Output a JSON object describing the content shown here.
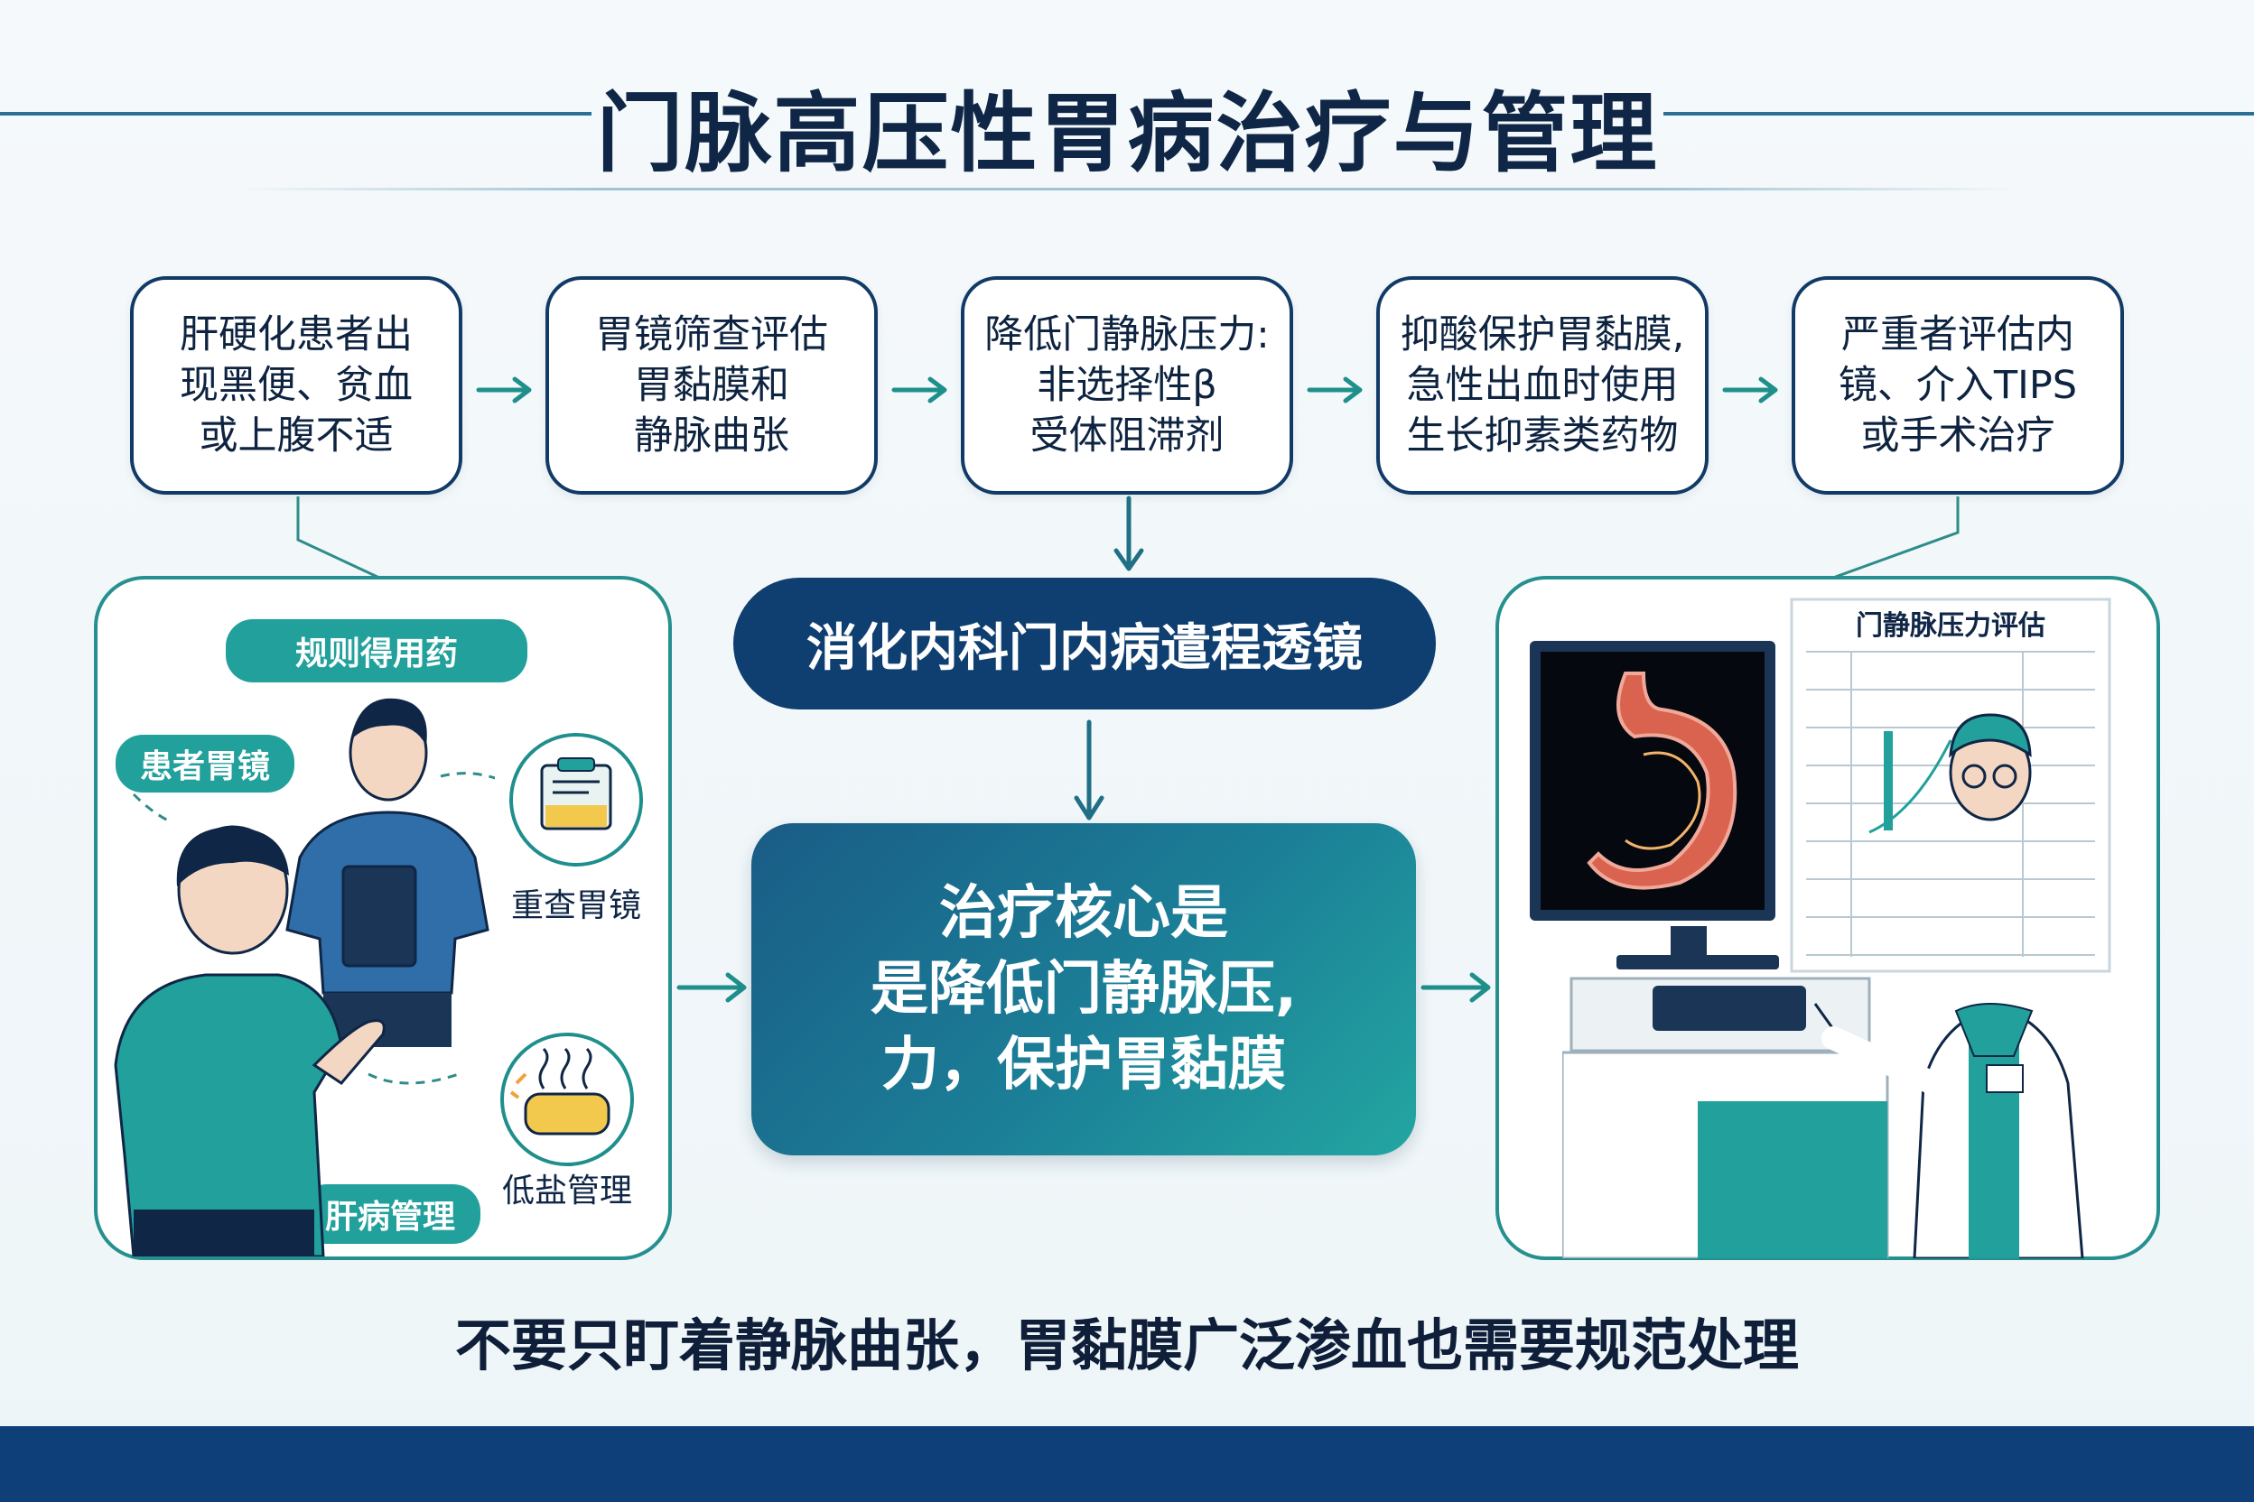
{
  "title": "门脉高压性胃病治疗与管理",
  "steps": [
    {
      "text": "肝硬化患者出\n现黑便、贫血\n或上腹不适"
    },
    {
      "text": "胃镜筛查评估\n胃黏膜和\n静脉曲张"
    },
    {
      "text": "降低门静脉压力:\n非选择性β\n受体阻滞剂"
    },
    {
      "text": "抑酸保护胃黏膜,\n急性出血时使用\n生长抑素类药物"
    },
    {
      "text": "严重者评估内\n镜、介入TIPS\n或手术治疗"
    }
  ],
  "center": {
    "pill": "消化内科门内病遣程透镜",
    "core": "治疗核心是\n是降低门静脉压,\n力，保护胃黏膜"
  },
  "left_panel": {
    "tag_top": "规则得用药",
    "tag_patient": "患者胃镜",
    "tag_bottom": "肝病管理",
    "icon1_label": "重查胃镜",
    "icon2_label": "低盐管理"
  },
  "right_panel": {
    "chart_title": "门静脉压力评估"
  },
  "footer": "不要只盯着静脉曲张，胃黏膜广泛渗血也需要规范处理",
  "colors": {
    "navy": "#0f3f70",
    "teal": "#22a09b",
    "border": "#123a66"
  }
}
